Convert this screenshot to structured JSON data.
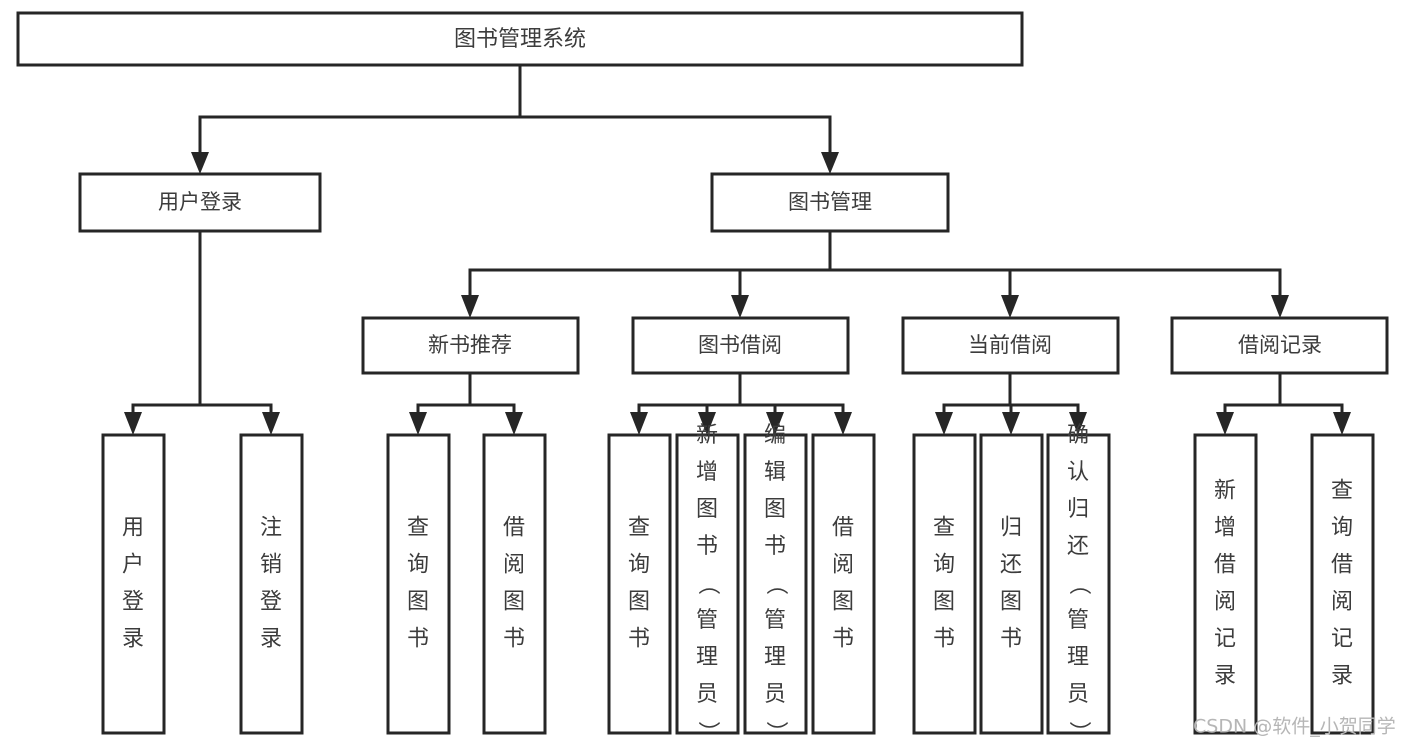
{
  "title": "图书管理系统",
  "watermark": "CSDN @软件_小贺同学",
  "colors": {
    "box_stroke": "#262626",
    "box_fill": "#ffffff",
    "text": "#3c3c3c",
    "background": "#ffffff",
    "watermark": "#b6b6b6"
  },
  "chart_data": {
    "type": "diagram",
    "diagram_kind": "function-structure-tree",
    "title": "图书管理系统",
    "orientation": "top-down",
    "levels": 4,
    "root": {
      "label": "图书管理系统",
      "children": [
        {
          "label": "用户登录",
          "children": [
            {
              "label": "用户登录"
            },
            {
              "label": "注销登录"
            }
          ]
        },
        {
          "label": "图书管理",
          "children": [
            {
              "label": "新书推荐",
              "children": [
                {
                  "label": "查询图书"
                },
                {
                  "label": "借阅图书"
                }
              ]
            },
            {
              "label": "图书借阅",
              "children": [
                {
                  "label": "查询图书"
                },
                {
                  "label": "新增图书（管理员）"
                },
                {
                  "label": "编辑图书（管理员）"
                },
                {
                  "label": "借阅图书"
                }
              ]
            },
            {
              "label": "当前借阅",
              "children": [
                {
                  "label": "查询图书"
                },
                {
                  "label": "归还图书"
                },
                {
                  "label": "确认归还（管理员）"
                }
              ]
            },
            {
              "label": "借阅记录",
              "children": [
                {
                  "label": "新增借阅记录"
                },
                {
                  "label": "查询借阅记录"
                }
              ]
            }
          ]
        }
      ]
    }
  },
  "nodes": {
    "root": {
      "label": "图书管理系统"
    },
    "level1": [
      {
        "id": "user-login",
        "label": "用户登录"
      },
      {
        "id": "book-management",
        "label": "图书管理"
      }
    ],
    "level2": [
      {
        "id": "new-book-recommend",
        "label": "新书推荐"
      },
      {
        "id": "book-borrow",
        "label": "图书借阅"
      },
      {
        "id": "current-borrow",
        "label": "当前借阅"
      },
      {
        "id": "borrow-record",
        "label": "借阅记录"
      }
    ],
    "leaves": {
      "user-login": [
        {
          "id": "leaf-user-login",
          "label": "用户登录"
        },
        {
          "id": "leaf-user-logout",
          "label": "注销登录"
        }
      ],
      "new-book-recommend": [
        {
          "id": "leaf-query-book-1",
          "label": "查询图书"
        },
        {
          "id": "leaf-borrow-book-1",
          "label": "借阅图书"
        }
      ],
      "book-borrow": [
        {
          "id": "leaf-query-book-2",
          "label": "查询图书"
        },
        {
          "id": "leaf-add-book",
          "label": "新增图书（管理员）"
        },
        {
          "id": "leaf-edit-book",
          "label": "编辑图书（管理员）"
        },
        {
          "id": "leaf-borrow-book-2",
          "label": "借阅图书"
        }
      ],
      "current-borrow": [
        {
          "id": "leaf-query-book-3",
          "label": "查询图书"
        },
        {
          "id": "leaf-return-book",
          "label": "归还图书"
        },
        {
          "id": "leaf-confirm-return",
          "label": "确认归还（管理员）"
        }
      ],
      "borrow-record": [
        {
          "id": "leaf-add-record",
          "label": "新增借阅记录"
        },
        {
          "id": "leaf-query-record",
          "label": "查询借阅记录"
        }
      ]
    }
  }
}
